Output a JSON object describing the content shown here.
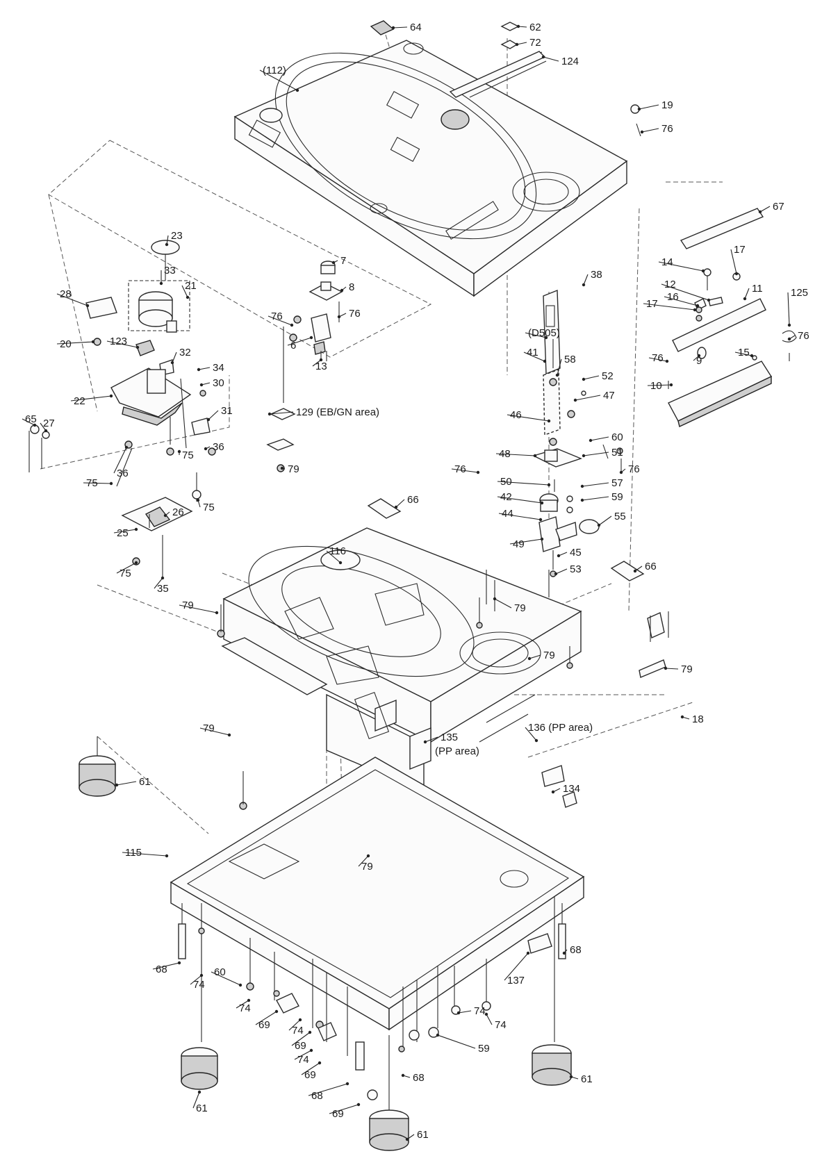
{
  "callouts": [
    {
      "id": "c64",
      "text": "64"
    },
    {
      "id": "c62",
      "text": "62"
    },
    {
      "id": "c72",
      "text": "72"
    },
    {
      "id": "c124",
      "text": "124"
    },
    {
      "id": "c112",
      "text": "(112)"
    },
    {
      "id": "c19",
      "text": "19"
    },
    {
      "id": "c76a",
      "text": "76"
    },
    {
      "id": "c67",
      "text": "67"
    },
    {
      "id": "c23",
      "text": "23"
    },
    {
      "id": "c33",
      "text": "33"
    },
    {
      "id": "c21",
      "text": "21"
    },
    {
      "id": "c28",
      "text": "28"
    },
    {
      "id": "c20",
      "text": "20"
    },
    {
      "id": "c123",
      "text": "123"
    },
    {
      "id": "c32",
      "text": "32"
    },
    {
      "id": "c7",
      "text": "7"
    },
    {
      "id": "c8",
      "text": "8"
    },
    {
      "id": "c76b",
      "text": "76"
    },
    {
      "id": "c76c",
      "text": "76"
    },
    {
      "id": "c6",
      "text": "6"
    },
    {
      "id": "c13",
      "text": "13"
    },
    {
      "id": "c38",
      "text": "38"
    },
    {
      "id": "c14",
      "text": "14"
    },
    {
      "id": "c17a",
      "text": "17"
    },
    {
      "id": "c12",
      "text": "12"
    },
    {
      "id": "c11",
      "text": "11"
    },
    {
      "id": "c125",
      "text": "125"
    },
    {
      "id": "c17b",
      "text": "17"
    },
    {
      "id": "c16",
      "text": "16"
    },
    {
      "id": "c76d",
      "text": "76"
    },
    {
      "id": "c9",
      "text": "9"
    },
    {
      "id": "c15",
      "text": "15"
    },
    {
      "id": "c76e",
      "text": "76"
    },
    {
      "id": "c10",
      "text": "10"
    },
    {
      "id": "cD505",
      "text": "(D505)"
    },
    {
      "id": "c41",
      "text": "41"
    },
    {
      "id": "c58",
      "text": "58"
    },
    {
      "id": "c52",
      "text": "52"
    },
    {
      "id": "c47",
      "text": "47"
    },
    {
      "id": "c46",
      "text": "46"
    },
    {
      "id": "c34",
      "text": "34"
    },
    {
      "id": "c30",
      "text": "30"
    },
    {
      "id": "c31",
      "text": "31"
    },
    {
      "id": "c22",
      "text": "22"
    },
    {
      "id": "c65",
      "text": "65"
    },
    {
      "id": "c27",
      "text": "27"
    },
    {
      "id": "c36a",
      "text": "36"
    },
    {
      "id": "c36b",
      "text": "36"
    },
    {
      "id": "c75a",
      "text": "75"
    },
    {
      "id": "c75b",
      "text": "75"
    },
    {
      "id": "c75c",
      "text": "75"
    },
    {
      "id": "c75d",
      "text": "75"
    },
    {
      "id": "c129",
      "text": "129 (EB/GN area)"
    },
    {
      "id": "c79a",
      "text": "79"
    },
    {
      "id": "c48",
      "text": "48"
    },
    {
      "id": "c60a",
      "text": "60"
    },
    {
      "id": "c51",
      "text": "51"
    },
    {
      "id": "c76f",
      "text": "76"
    },
    {
      "id": "c76g",
      "text": "76"
    },
    {
      "id": "c50",
      "text": "50"
    },
    {
      "id": "c57",
      "text": "57"
    },
    {
      "id": "c59",
      "text": "59"
    },
    {
      "id": "c42",
      "text": "42"
    },
    {
      "id": "c44",
      "text": "44"
    },
    {
      "id": "c55",
      "text": "55"
    },
    {
      "id": "c66a",
      "text": "66"
    },
    {
      "id": "c66b",
      "text": "66"
    },
    {
      "id": "c116",
      "text": "116"
    },
    {
      "id": "c26",
      "text": "26"
    },
    {
      "id": "c25",
      "text": "25"
    },
    {
      "id": "c35",
      "text": "35"
    },
    {
      "id": "c49",
      "text": "49"
    },
    {
      "id": "c45",
      "text": "45"
    },
    {
      "id": "c53",
      "text": "53"
    },
    {
      "id": "c79b",
      "text": "79"
    },
    {
      "id": "c79c",
      "text": "79"
    },
    {
      "id": "c79d",
      "text": "79"
    },
    {
      "id": "c79e",
      "text": "79"
    },
    {
      "id": "c79f",
      "text": "79"
    },
    {
      "id": "c79g",
      "text": "79"
    },
    {
      "id": "c135",
      "text": "135"
    },
    {
      "id": "c135b",
      "text": "(PP area)"
    },
    {
      "id": "c136",
      "text": "136 (PP area)"
    },
    {
      "id": "c18",
      "text": "18"
    },
    {
      "id": "c134",
      "text": "134"
    },
    {
      "id": "c61a",
      "text": "61"
    },
    {
      "id": "c115",
      "text": "115"
    },
    {
      "id": "c68a",
      "text": "68"
    },
    {
      "id": "c74a",
      "text": "74"
    },
    {
      "id": "c60b",
      "text": "60"
    },
    {
      "id": "c74b",
      "text": "74"
    },
    {
      "id": "c69a",
      "text": "69"
    },
    {
      "id": "c74c",
      "text": "74"
    },
    {
      "id": "c69b",
      "text": "69"
    },
    {
      "id": "c74d",
      "text": "74"
    },
    {
      "id": "c69c",
      "text": "69"
    },
    {
      "id": "c68b",
      "text": "68"
    },
    {
      "id": "c68c",
      "text": "68"
    },
    {
      "id": "c69d",
      "text": "69"
    },
    {
      "id": "c61b",
      "text": "61"
    },
    {
      "id": "c61c",
      "text": "61"
    },
    {
      "id": "c61d",
      "text": "61"
    },
    {
      "id": "c137",
      "text": "137"
    },
    {
      "id": "c74e",
      "text": "74"
    },
    {
      "id": "c74f",
      "text": "74"
    },
    {
      "id": "c59b",
      "text": "59"
    },
    {
      "id": "c68d",
      "text": "68"
    }
  ]
}
